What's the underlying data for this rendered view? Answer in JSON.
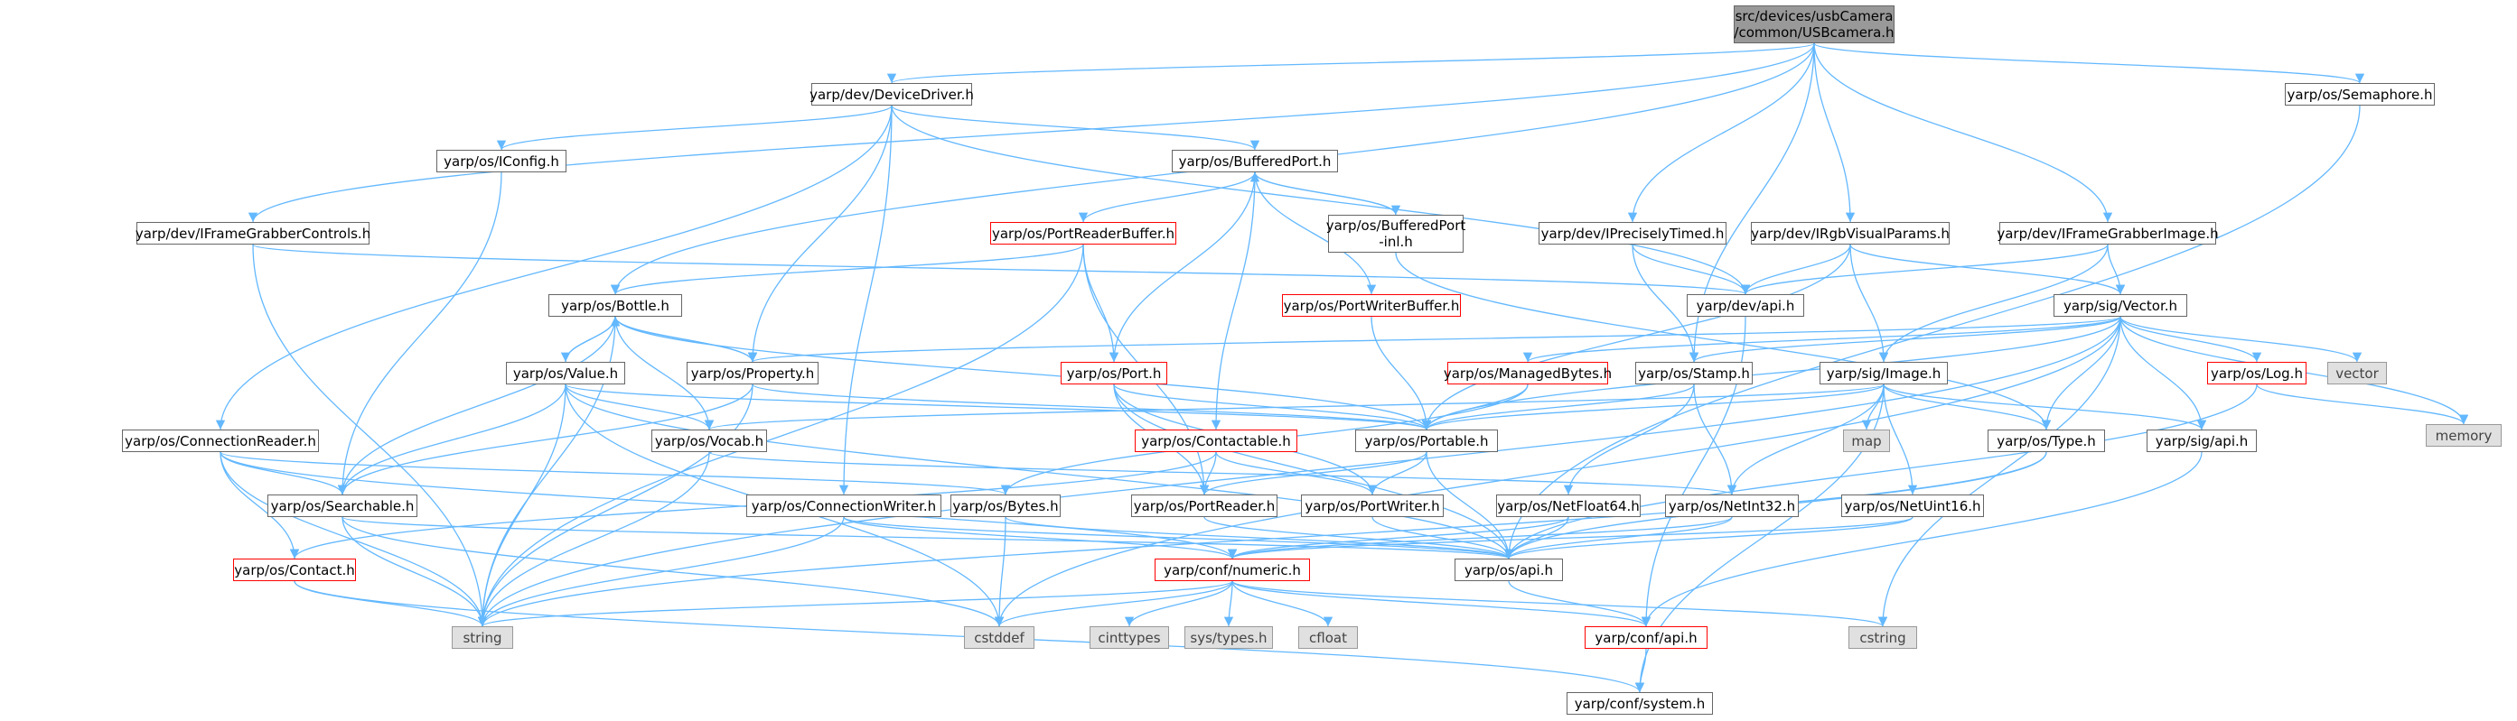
{
  "diagram_type": "include dependency graph",
  "colors": {
    "edge": "#63b8ff",
    "node_border": "#666666",
    "node_border_incomplete": "#ff0000",
    "system_header_fill": "#e0e0e0",
    "root_fill": "#999999"
  },
  "nodes": {
    "root": "src/devices/usbCamera\n/common/USBcamera.h",
    "device_driver": "yarp/dev/DeviceDriver.h",
    "semaphore": "yarp/os/Semaphore.h",
    "iconfig": "yarp/os/IConfig.h",
    "buffered_port": "yarp/os/BufferedPort.h",
    "frame_grabber_controls": "yarp/dev/IFrameGrabberControls.h",
    "port_reader_buffer": "yarp/os/PortReaderBuffer.h",
    "buffered_port_inl": "yarp/os/BufferedPort\n-inl.h",
    "precisely_timed": "yarp/dev/IPreciselyTimed.h",
    "rgb_visual_params": "yarp/dev/IRgbVisualParams.h",
    "frame_grabber_image": "yarp/dev/IFrameGrabberImage.h",
    "bottle": "yarp/os/Bottle.h",
    "port_writer_buffer": "yarp/os/PortWriterBuffer.h",
    "dev_api": "yarp/dev/api.h",
    "sig_vector": "yarp/sig/Vector.h",
    "value": "yarp/os/Value.h",
    "property": "yarp/os/Property.h",
    "port": "yarp/os/Port.h",
    "managed_bytes": "yarp/os/ManagedBytes.h",
    "stamp": "yarp/os/Stamp.h",
    "sig_image": "yarp/sig/Image.h",
    "log": "yarp/os/Log.h",
    "vector_std": "vector",
    "memory_std": "memory",
    "connection_reader": "yarp/os/ConnectionReader.h",
    "vocab": "yarp/os/Vocab.h",
    "contactable": "yarp/os/Contactable.h",
    "portable": "yarp/os/Portable.h",
    "map_std": "map",
    "os_type": "yarp/os/Type.h",
    "sig_api": "yarp/sig/api.h",
    "searchable": "yarp/os/Searchable.h",
    "connection_writer": "yarp/os/ConnectionWriter.h",
    "bytes": "yarp/os/Bytes.h",
    "port_reader": "yarp/os/PortReader.h",
    "port_writer": "yarp/os/PortWriter.h",
    "net_float64": "yarp/os/NetFloat64.h",
    "net_int32": "yarp/os/NetInt32.h",
    "net_uint16": "yarp/os/NetUint16.h",
    "contact": "yarp/os/Contact.h",
    "numeric": "yarp/conf/numeric.h",
    "os_api": "yarp/os/api.h",
    "string_std": "string",
    "cstddef_std": "cstddef",
    "cinttypes_std": "cinttypes",
    "systypes_std": "sys/types.h",
    "cfloat_std": "cfloat",
    "conf_api": "yarp/conf/api.h",
    "cstring_std": "cstring",
    "conf_system": "yarp/conf/system.h"
  },
  "edges": [
    [
      "root",
      "device_driver"
    ],
    [
      "root",
      "semaphore"
    ],
    [
      "root",
      "frame_grabber_controls"
    ],
    [
      "root",
      "bottle"
    ],
    [
      "root",
      "precisely_timed"
    ],
    [
      "root",
      "rgb_visual_params"
    ],
    [
      "root",
      "frame_grabber_image"
    ],
    [
      "root",
      "stamp"
    ],
    [
      "device_driver",
      "iconfig"
    ],
    [
      "device_driver",
      "buffered_port"
    ],
    [
      "device_driver",
      "property"
    ],
    [
      "device_driver",
      "connection_reader"
    ],
    [
      "device_driver",
      "connection_writer"
    ],
    [
      "device_driver",
      "dev_api"
    ],
    [
      "semaphore",
      "os_api"
    ],
    [
      "iconfig",
      "searchable"
    ],
    [
      "buffered_port",
      "port_reader_buffer"
    ],
    [
      "buffered_port",
      "buffered_port_inl"
    ],
    [
      "buffered_port",
      "port_writer_buffer"
    ],
    [
      "buffered_port",
      "port"
    ],
    [
      "buffered_port",
      "contactable"
    ],
    [
      "buffered_port_inl",
      "buffered_port"
    ],
    [
      "buffered_port_inl",
      "os_type"
    ],
    [
      "frame_grabber_controls",
      "dev_api"
    ],
    [
      "frame_grabber_controls",
      "string_std"
    ],
    [
      "port_reader_buffer",
      "bottle"
    ],
    [
      "port_reader_buffer",
      "port"
    ],
    [
      "port_reader_buffer",
      "port_reader"
    ],
    [
      "port_reader_buffer",
      "string_std"
    ],
    [
      "port_writer_buffer",
      "portable"
    ],
    [
      "precisely_timed",
      "stamp"
    ],
    [
      "precisely_timed",
      "dev_api"
    ],
    [
      "rgb_visual_params",
      "dev_api"
    ],
    [
      "rgb_visual_params",
      "sig_vector"
    ],
    [
      "rgb_visual_params",
      "sig_image"
    ],
    [
      "rgb_visual_params",
      "portable"
    ],
    [
      "frame_grabber_image",
      "dev_api"
    ],
    [
      "frame_grabber_image",
      "sig_image"
    ],
    [
      "frame_grabber_image",
      "sig_vector"
    ],
    [
      "dev_api",
      "conf_api"
    ],
    [
      "bottle",
      "value"
    ],
    [
      "bottle",
      "property"
    ],
    [
      "bottle",
      "vocab"
    ],
    [
      "bottle",
      "searchable"
    ],
    [
      "bottle",
      "portable"
    ],
    [
      "bottle",
      "string_std"
    ],
    [
      "value",
      "bottle"
    ],
    [
      "value",
      "vocab"
    ],
    [
      "value",
      "searchable"
    ],
    [
      "value",
      "portable"
    ],
    [
      "value",
      "string_std"
    ],
    [
      "value",
      "cstddef_std"
    ],
    [
      "value",
      "os_api"
    ],
    [
      "property",
      "bottle"
    ],
    [
      "property",
      "searchable"
    ],
    [
      "property",
      "portable"
    ],
    [
      "property",
      "string_std"
    ],
    [
      "port",
      "portable"
    ],
    [
      "port",
      "port_reader"
    ],
    [
      "port",
      "port_writer"
    ],
    [
      "port",
      "os_api"
    ],
    [
      "sig_vector",
      "property"
    ],
    [
      "sig_vector",
      "managed_bytes"
    ],
    [
      "sig_vector",
      "stamp"
    ],
    [
      "sig_vector",
      "log"
    ],
    [
      "sig_vector",
      "vector_std"
    ],
    [
      "sig_vector",
      "memory_std"
    ],
    [
      "sig_vector",
      "os_type"
    ],
    [
      "sig_vector",
      "sig_api"
    ],
    [
      "sig_vector",
      "string_std"
    ],
    [
      "sig_vector",
      "cstring_std"
    ],
    [
      "sig_vector",
      "cstddef_std"
    ],
    [
      "sig_vector",
      "portable"
    ],
    [
      "managed_bytes",
      "portable"
    ],
    [
      "managed_bytes",
      "bytes"
    ],
    [
      "stamp",
      "portable"
    ],
    [
      "stamp",
      "net_int32"
    ],
    [
      "stamp",
      "net_float64"
    ],
    [
      "sig_image",
      "vocab"
    ],
    [
      "sig_image",
      "portable"
    ],
    [
      "sig_image",
      "map_std"
    ],
    [
      "sig_image",
      "os_type"
    ],
    [
      "sig_image",
      "sig_api"
    ],
    [
      "sig_image",
      "net_int32"
    ],
    [
      "sig_image",
      "net_uint16"
    ],
    [
      "sig_image",
      "conf_system"
    ],
    [
      "log",
      "os_api"
    ],
    [
      "log",
      "memory_std"
    ],
    [
      "connection_reader",
      "searchable"
    ],
    [
      "connection_reader",
      "bytes"
    ],
    [
      "connection_reader",
      "contact"
    ],
    [
      "connection_reader",
      "numeric"
    ],
    [
      "connection_reader",
      "string_std"
    ],
    [
      "vocab",
      "net_int32"
    ],
    [
      "vocab",
      "string_std"
    ],
    [
      "contactable",
      "contact"
    ],
    [
      "contactable",
      "port_reader"
    ],
    [
      "contactable",
      "port_writer"
    ],
    [
      "portable",
      "port_reader"
    ],
    [
      "portable",
      "port_writer"
    ],
    [
      "portable",
      "os_api"
    ],
    [
      "os_type",
      "os_api"
    ],
    [
      "os_type",
      "string_std"
    ],
    [
      "sig_api",
      "conf_api"
    ],
    [
      "searchable",
      "string_std"
    ],
    [
      "searchable",
      "os_api"
    ],
    [
      "searchable",
      "cstddef_std"
    ],
    [
      "connection_writer",
      "numeric"
    ],
    [
      "connection_writer",
      "os_api"
    ],
    [
      "connection_writer",
      "string_std"
    ],
    [
      "bytes",
      "cstddef_std"
    ],
    [
      "bytes",
      "os_api"
    ],
    [
      "port_reader",
      "os_api"
    ],
    [
      "port_writer",
      "os_api"
    ],
    [
      "net_float64",
      "numeric"
    ],
    [
      "net_float64",
      "os_api"
    ],
    [
      "net_int32",
      "numeric"
    ],
    [
      "net_int32",
      "os_api"
    ],
    [
      "net_uint16",
      "numeric"
    ],
    [
      "net_uint16",
      "os_api"
    ],
    [
      "contact",
      "string_std"
    ],
    [
      "contact",
      "conf_system"
    ],
    [
      "numeric",
      "string_std"
    ],
    [
      "numeric",
      "cstddef_std"
    ],
    [
      "numeric",
      "cinttypes_std"
    ],
    [
      "numeric",
      "systypes_std"
    ],
    [
      "numeric",
      "cfloat_std"
    ],
    [
      "numeric",
      "cstring_std"
    ],
    [
      "numeric",
      "conf_api"
    ],
    [
      "os_api",
      "conf_api"
    ],
    [
      "conf_api",
      "conf_system"
    ]
  ]
}
